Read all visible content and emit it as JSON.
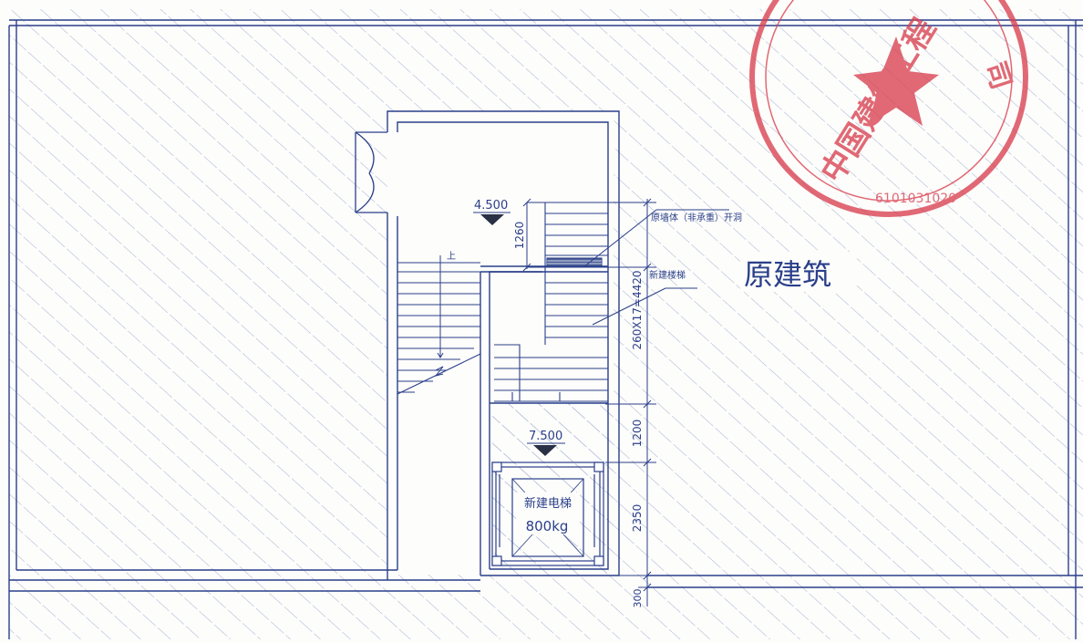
{
  "drawing": {
    "elevation_top": "4.500",
    "elevation_bottom": "7.500",
    "note_original_wall": "原墙体（非承重）开洞",
    "note_new_stair": "新建楼梯",
    "label_original_building": "原建筑",
    "elevator_line1": "新建电梯",
    "elevator_line2": "800kg",
    "dim_1260": "1260",
    "dim_stair_run": "260X17=4420",
    "dim_1200": "1200",
    "dim_2350": "2350",
    "dim_300": "300",
    "stair_mark_up": "上",
    "stamp_text": "中国建筑工程股份有限公司",
    "stamp_code": "6101031020"
  },
  "colors": {
    "line": "#2a3f8a",
    "hatch": "#a6b2d3",
    "stamp": "#d94050",
    "paper": "#fdfdfb"
  }
}
